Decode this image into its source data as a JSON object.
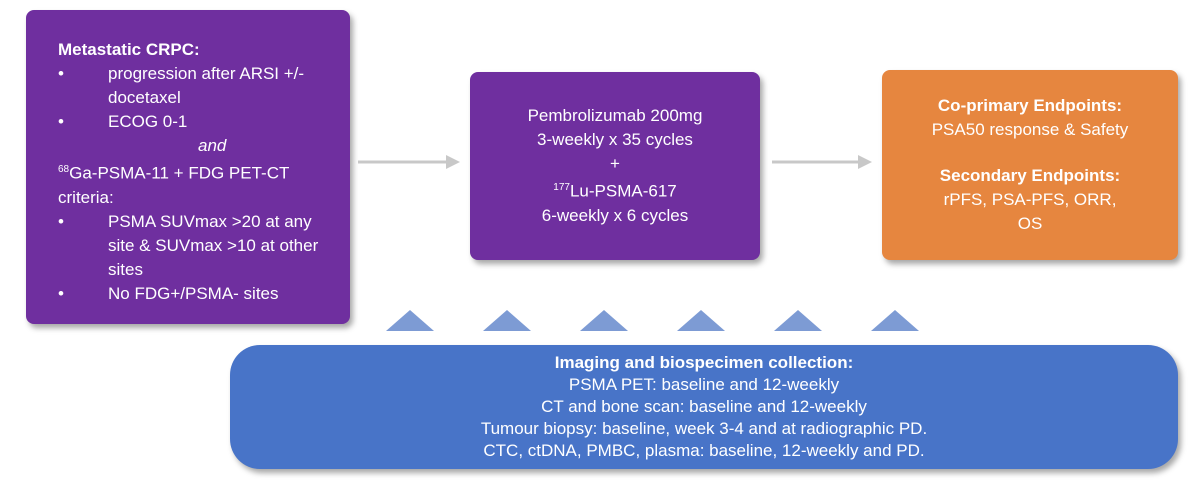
{
  "eligibility": {
    "title": "Metastatic CRPC:",
    "criteria_1": [
      "progression after ARSI +/- docetaxel",
      "ECOG 0-1"
    ],
    "and": "and",
    "pet_sup": "68",
    "pet_text": "Ga-PSMA-11 + FDG PET-CT criteria:",
    "criteria_2": [
      "PSMA SUVmax >20 at any site & SUVmax >10 at other sites",
      "No FDG+/PSMA- sites"
    ]
  },
  "treatment": {
    "line1": "Pembrolizumab 200mg",
    "line2": "3-weekly x 35 cycles",
    "line3": "+",
    "lu_sup": "177",
    "lu_text": "Lu-PSMA-617",
    "line5": "6-weekly  x 6 cycles"
  },
  "endpoints": {
    "primary_title": "Co-primary Endpoints:",
    "primary_text": "PSA50 response & Safety",
    "secondary_title": "Secondary Endpoints:",
    "secondary_line1": "rPFS, PSA-PFS, ORR,",
    "secondary_line2": "OS"
  },
  "imaging": {
    "title": "Imaging and biospecimen collection:",
    "lines": [
      "PSMA PET: baseline and 12-weekly",
      "CT and bone scan: baseline and 12-weekly",
      "Tumour biopsy: baseline, week 3-4 and at radiographic PD.",
      "CTC, ctDNA, PMBC, plasma: baseline, 12-weekly and PD."
    ]
  },
  "colors": {
    "purple": "#6f2f9f",
    "orange": "#e6863f",
    "blue": "#4874c8",
    "arrow": "#c8c8c8",
    "triangle": "#7d9bd4"
  },
  "bullet_glyph": "•"
}
